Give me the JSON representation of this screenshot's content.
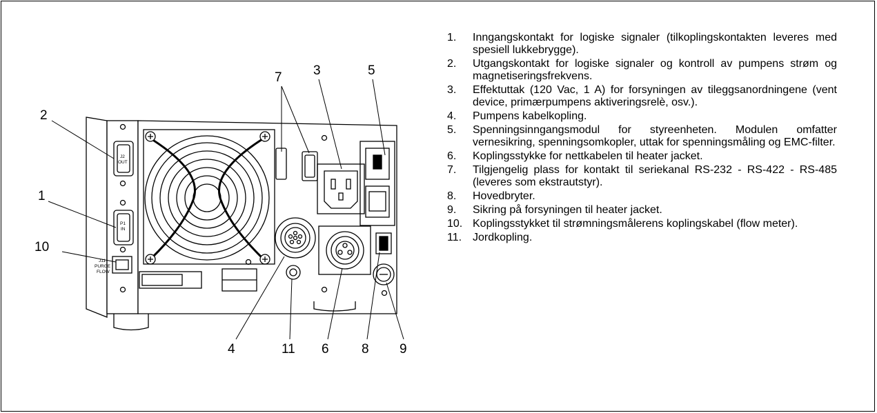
{
  "figure": {
    "callouts": [
      "2",
      "1",
      "10",
      "7",
      "3",
      "5",
      "4",
      "11",
      "6",
      "8",
      "9"
    ],
    "panel_labels": {
      "j2": "J2",
      "out": "OUT",
      "p1": "P1",
      "in": "IN",
      "j11": "J11",
      "purge": "PURGE",
      "flow": "FLOW"
    }
  },
  "items": [
    {
      "num": "1.",
      "text": "Inngangskontakt for logiske signaler (tilkoplingskontakten leveres med spesiell lukkebrygge)."
    },
    {
      "num": "2.",
      "text": "Utgangskontakt for logiske signaler og kontroll av pumpens strøm og magnetiseringsfrekvens."
    },
    {
      "num": "3.",
      "text": "Effektuttak (120 Vac, 1 A) for forsyningen av tileggsanordningene (vent device, primærpumpens aktiveringsrelè, osv.)."
    },
    {
      "num": "4.",
      "text": "Pumpens kabelkopling."
    },
    {
      "num": "5.",
      "text": "Spenningsinngangsmodul for styreenheten. Modulen omfatter vernesikring, spenningsomkopler, uttak for spenningsmåling og EMC-filter."
    },
    {
      "num": "6.",
      "text": "Koplingsstykke for nettkabelen til heater jacket."
    },
    {
      "num": "7.",
      "text": "Tilgjengelig plass for kontakt til seriekanal RS-232 - RS-422 - RS-485 (leveres som ekstrautstyr)."
    },
    {
      "num": "8.",
      "text": "Hovedbryter."
    },
    {
      "num": "9.",
      "text": "Sikring på forsyningen til heater jacket."
    },
    {
      "num": "10.",
      "text": "Koplingsstykket til strømningsmålerens koplingskabel (flow meter)."
    },
    {
      "num": "11.",
      "text": "Jordkopling."
    }
  ]
}
